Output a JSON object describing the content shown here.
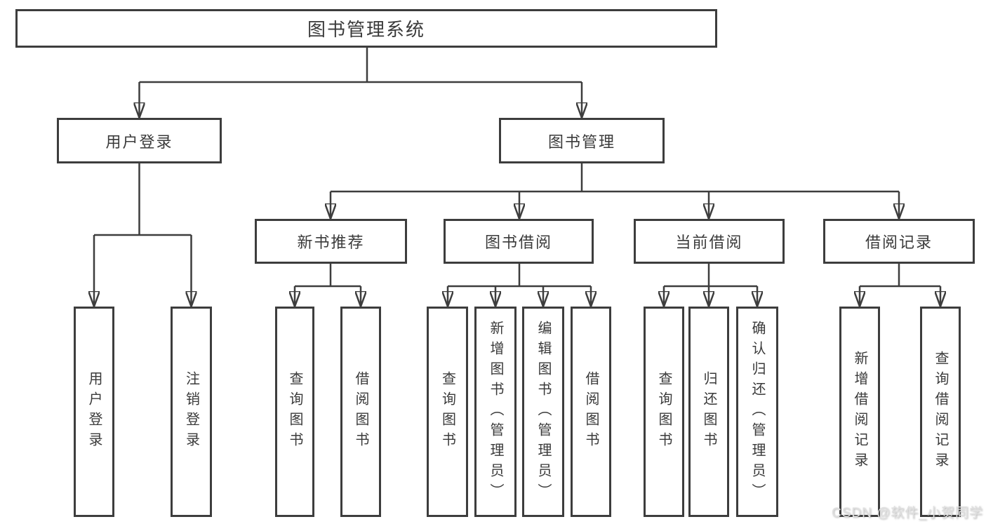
{
  "root": {
    "label": "图书管理系统"
  },
  "branches": {
    "login": {
      "label": "用户登录",
      "leaves": [
        "用户登录",
        "注销登录"
      ]
    },
    "management": {
      "label": "图书管理",
      "groups": [
        {
          "label": "新书推荐",
          "leaves": [
            "查询图书",
            "借阅图书"
          ]
        },
        {
          "label": "图书借阅",
          "leaves": [
            "查询图书",
            "新增图书（管理员）",
            "编辑图书（管理员）",
            "借阅图书"
          ]
        },
        {
          "label": "当前借阅",
          "leaves": [
            "查询图书",
            "归还图书",
            "确认归还（管理员）"
          ]
        },
        {
          "label": "借阅记录",
          "leaves": [
            "新增借阅记录",
            "查询借阅记录"
          ]
        }
      ]
    }
  },
  "watermark": {
    "text": "CSDN @软件_小贺同学"
  },
  "colors": {
    "line": "#3d3d3d",
    "border": "#3d3d3d",
    "text": "#3a3a3a",
    "background": "#ffffff",
    "watermark": "#e0e0e0"
  }
}
